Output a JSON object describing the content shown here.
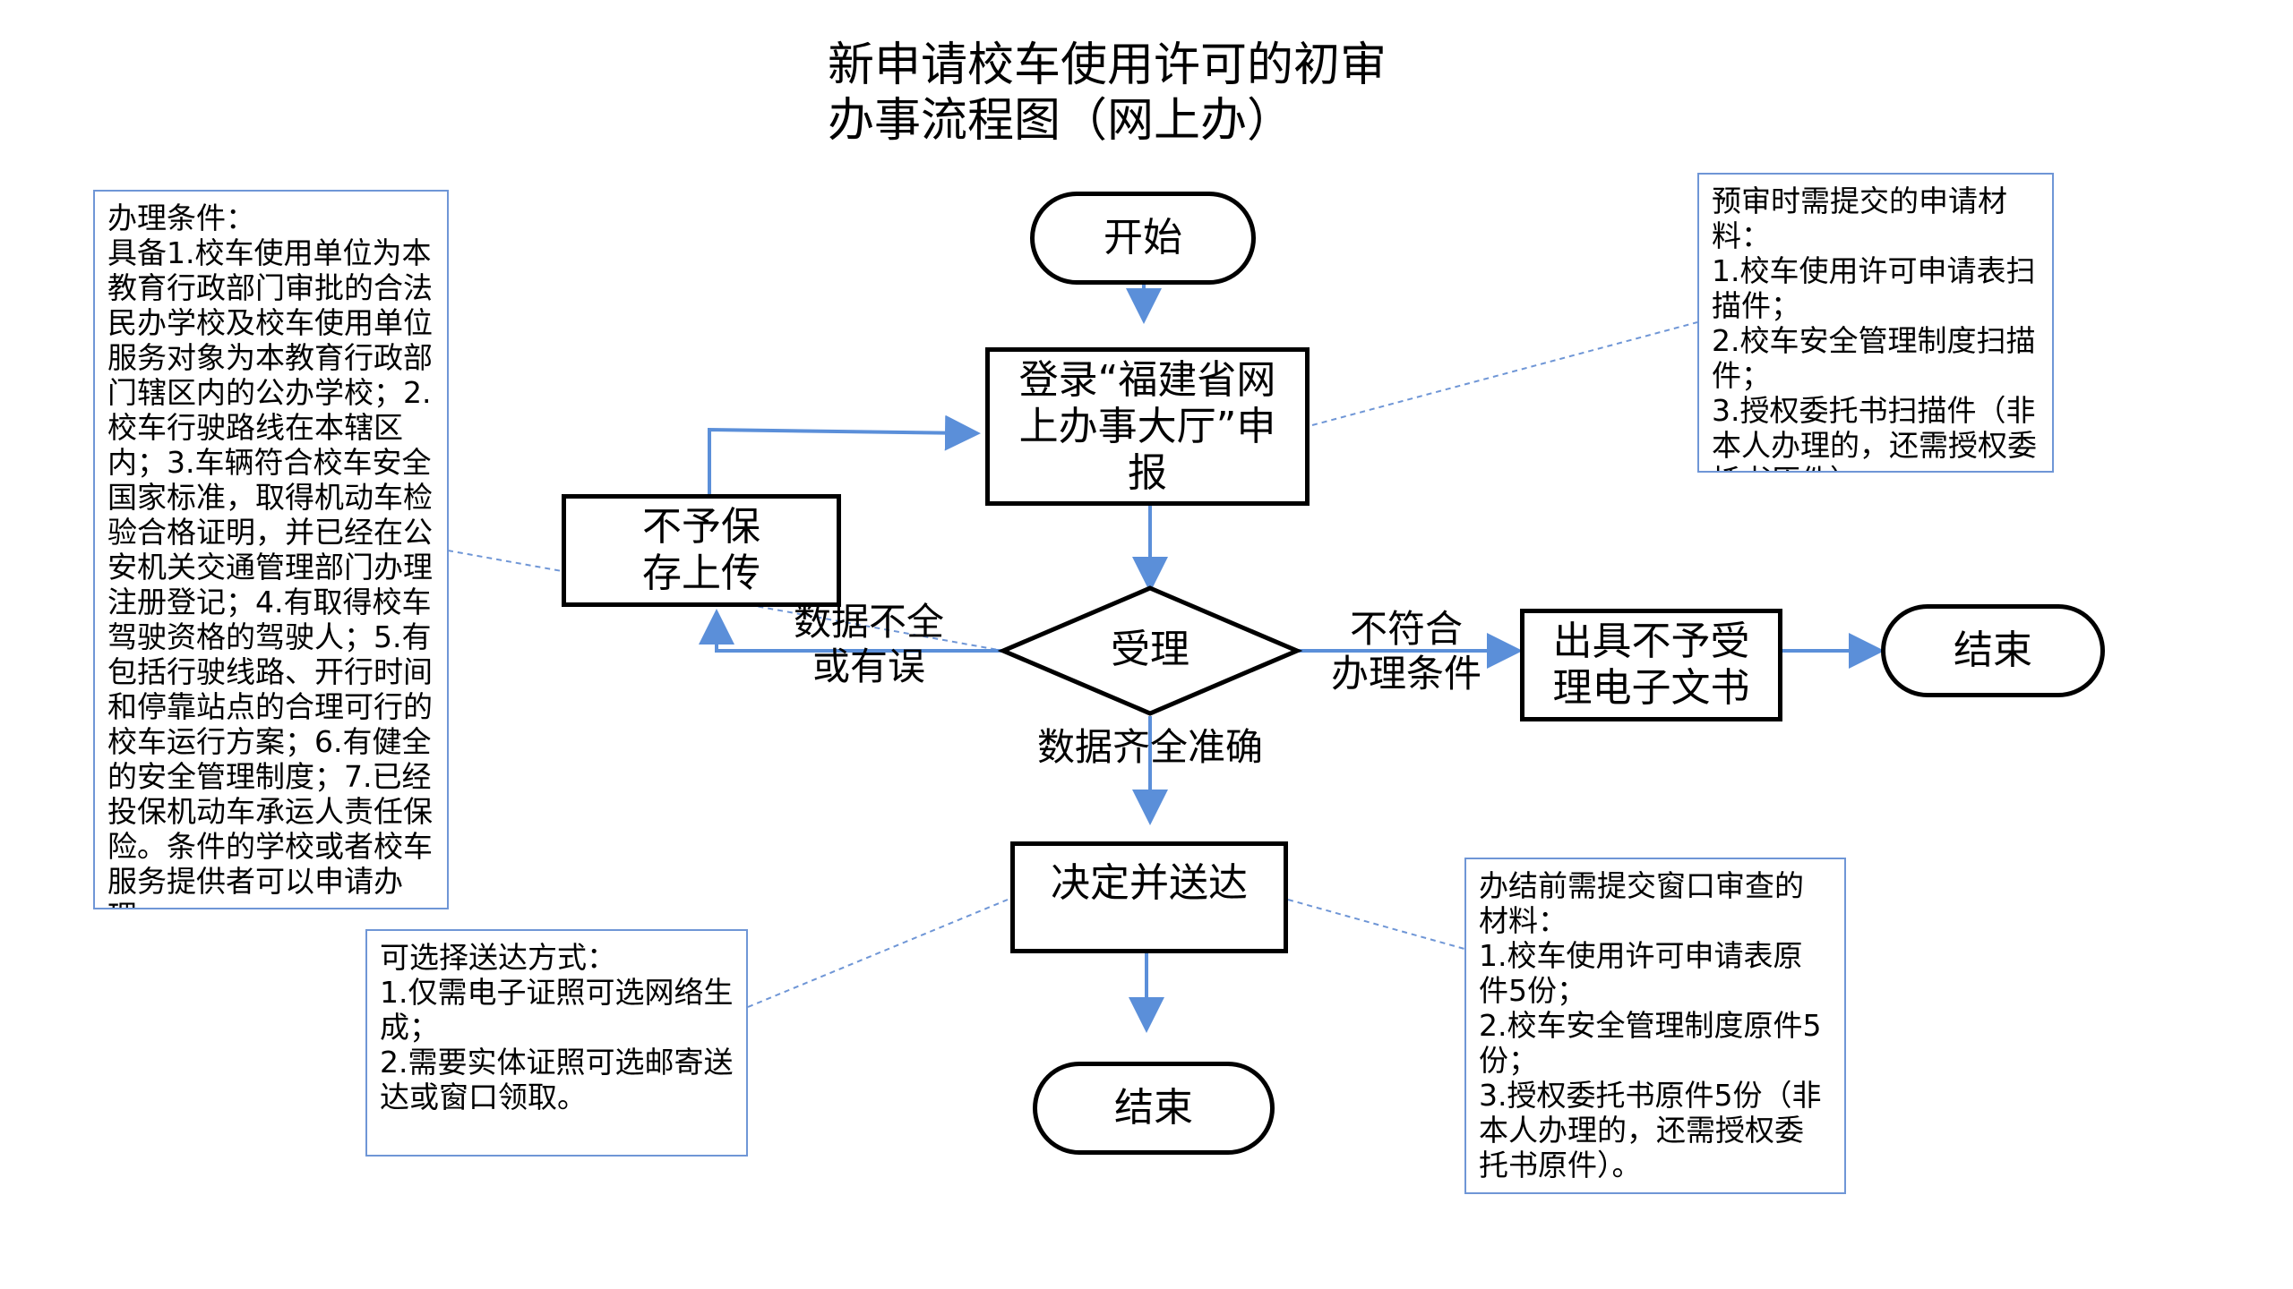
{
  "title": {
    "line1": "新申请校车使用许可的初审",
    "line2": "办事流程图（网上办）"
  },
  "nodes": {
    "start": "开始",
    "login_line1": "登录“福建省网",
    "login_line2": "上办事大厅”申",
    "login_line3": "报",
    "accept": "受理",
    "not_save_line1": "不予保",
    "not_save_line2": "存上传",
    "reject_doc_line1": "出具不予受",
    "reject_doc_line2": "理电子文书",
    "end_right": "结束",
    "decide": "决定并送达",
    "end_bottom": "结束"
  },
  "edge_labels": {
    "data_incomplete_line1": "数据不全",
    "data_incomplete_line2": "或有误",
    "not_meet_line1": "不符合",
    "not_meet_line2": "办理条件",
    "data_complete": "数据齐全准确"
  },
  "notes": {
    "conditions": [
      "办理条件：",
      "具备1.校车使用单位为本教育行政部门审批的合法民办学校及校车使用单位服务对象为本教育行政部门辖区内的公办学校；2.校车行驶路线在本辖区内；3.车辆符合校车安全国家标准，取得机动车检验合格证明，并已经在公安机关交通管理部门办理注册登记；4.有取得校车驾驶资格的驾驶人；5.有包括行驶线路、开行时间和停靠站点的合理可行的校车运行方案；6.有健全的安全管理制度；7.已经投保机动车承运人责任保险。条件的学校或者校车服务提供者可以申请办理。"
    ],
    "pre_materials": [
      "预审时需提交的申请材料：",
      "1.校车使用许可申请表扫描件；",
      "2.校车安全管理制度扫描件；",
      "3.授权委托书扫描件（非本人办理的，还需授权委托书原件）。"
    ],
    "delivery": [
      "可选择送达方式：",
      "1.仅需电子证照可选网络生成；",
      "2.需要实体证照可选邮寄送达或窗口领取。"
    ],
    "final_materials": [
      "办结前需提交窗口审查的材料：",
      "1.校车使用许可申请表原件5份；",
      "2.校车安全管理制度原件5份；",
      "3.授权委托书原件5份（非本人办理的，还需授权委托书原件）。"
    ]
  },
  "colors": {
    "arrow": "#5b8fd9",
    "note_border": "#6f96d6",
    "node_border": "#000000"
  }
}
